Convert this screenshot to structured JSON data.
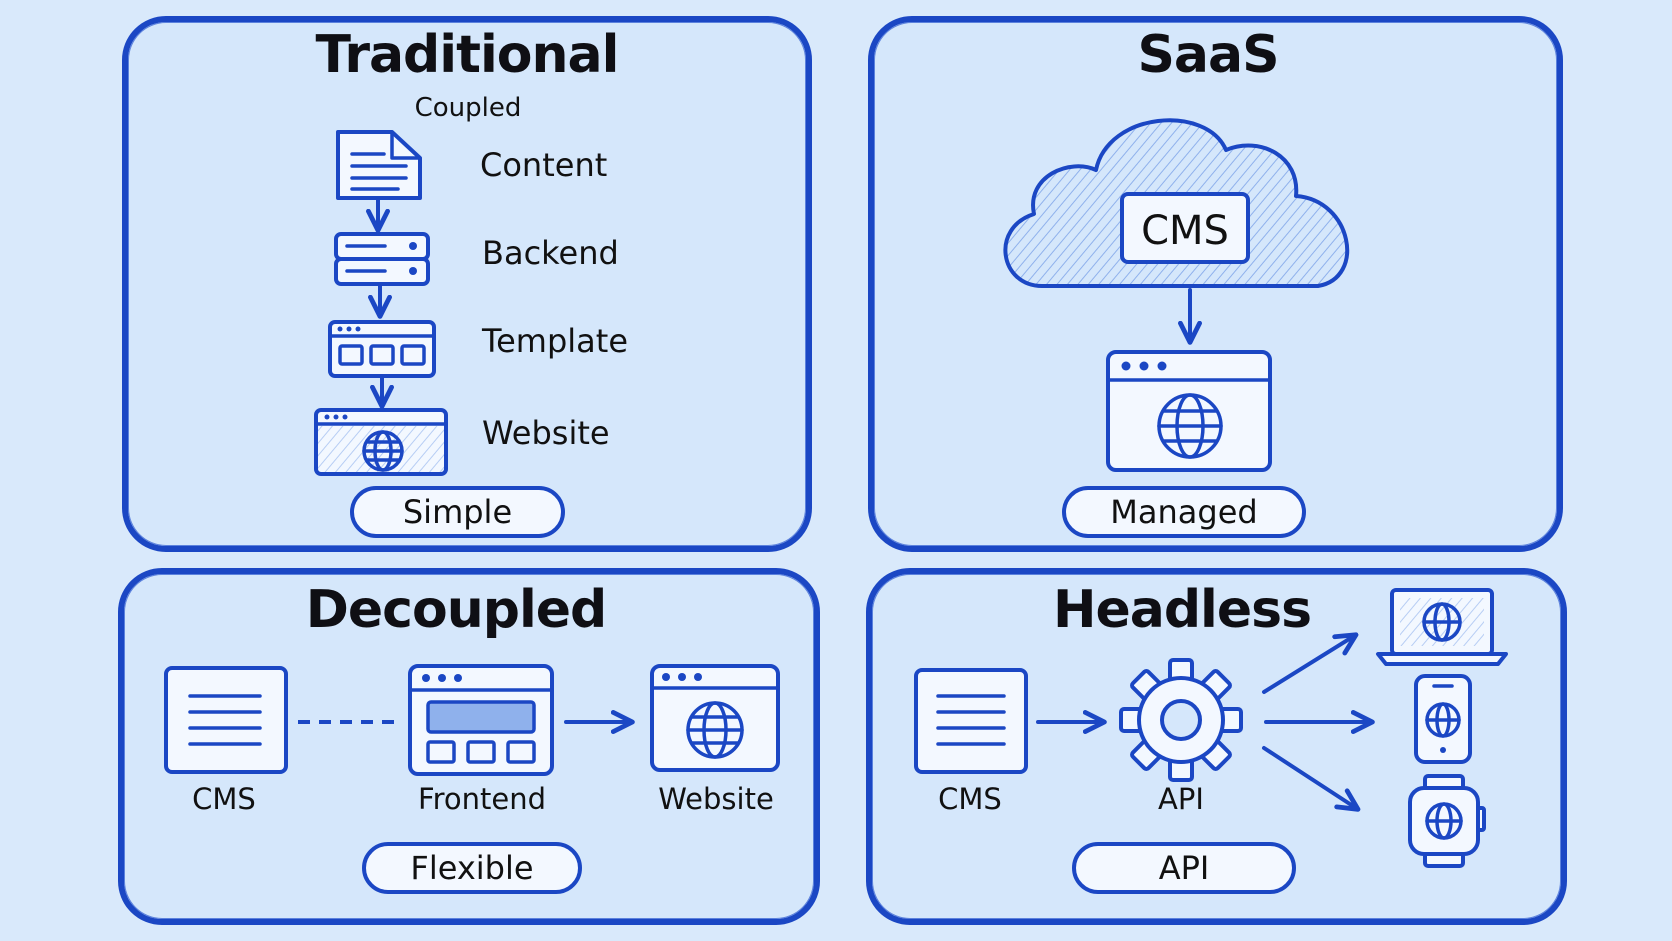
{
  "traditional": {
    "title": "Traditional",
    "subtitle": "Coupled",
    "steps": [
      "Content",
      "Backend",
      "Template",
      "Website"
    ],
    "badge": "Simple"
  },
  "saas": {
    "title": "SaaS",
    "cloud_label": "CMS",
    "badge": "Managed"
  },
  "decoupled": {
    "title": "Decoupled",
    "nodes": [
      "CMS",
      "Frontend",
      "Website"
    ],
    "badge": "Flexible"
  },
  "headless": {
    "title": "Headless",
    "nodes": [
      "CMS",
      "API"
    ],
    "badge": "API"
  },
  "colors": {
    "accent": "#1b47c4",
    "panel": "#d5e7fb",
    "background": "#d9e9fb"
  },
  "icons": [
    "document-icon",
    "server-icon",
    "template-icon",
    "browser-globe-icon",
    "cloud-icon",
    "gear-icon",
    "laptop-icon",
    "phone-icon",
    "smartwatch-icon"
  ]
}
